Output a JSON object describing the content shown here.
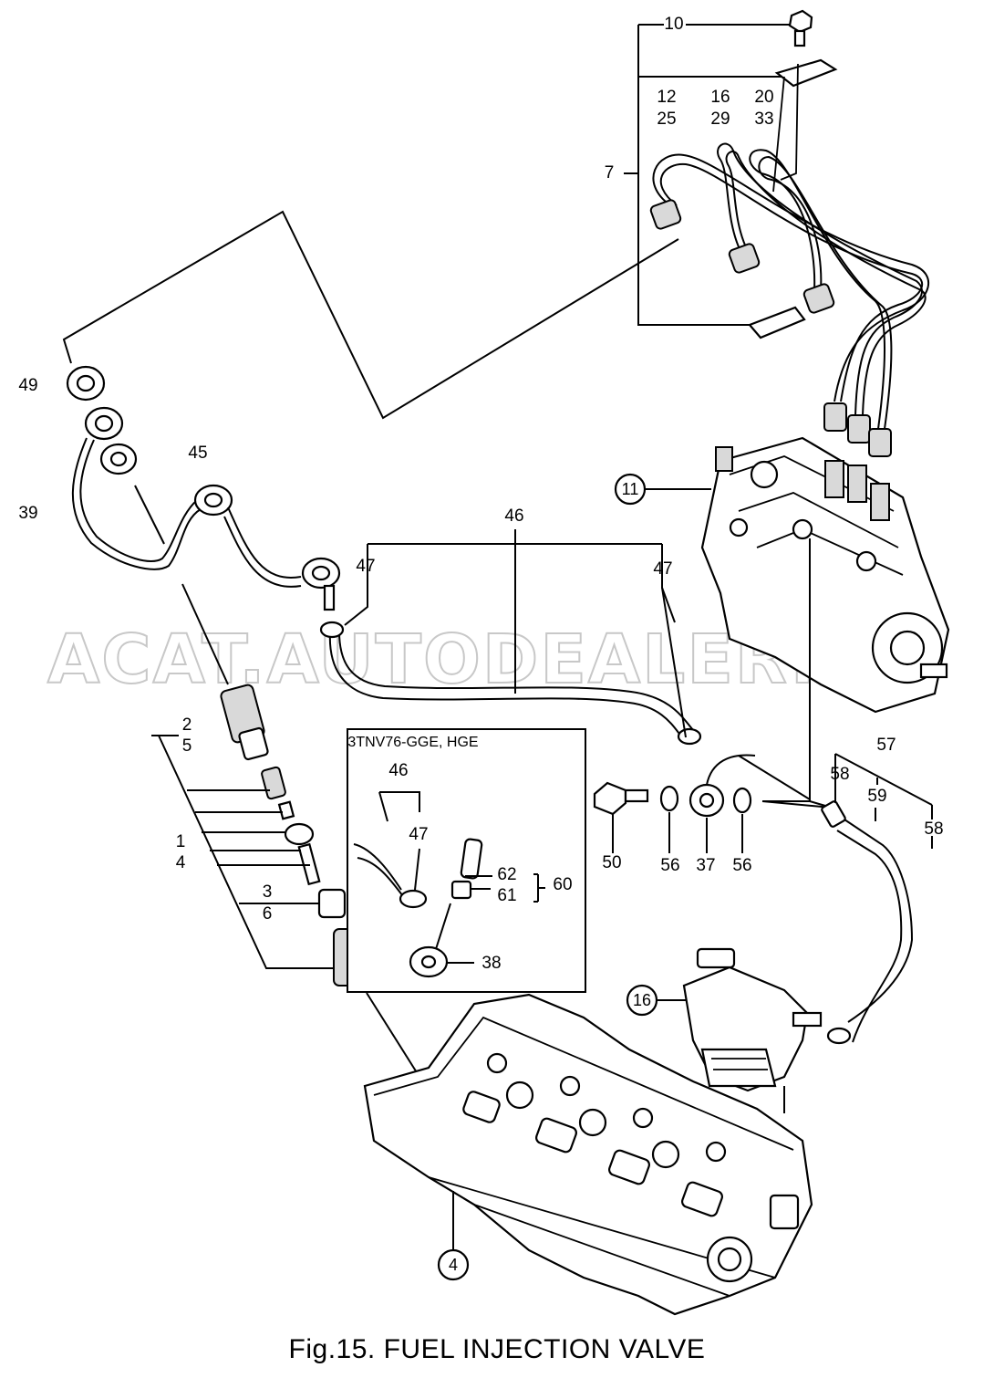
{
  "caption": "Fig.15.  FUEL INJECTION VALVE",
  "watermark": "ACAT.AUTODEALER.RU",
  "inset_title": "3TNV76-GGE, HGE",
  "labels": {
    "p10": "10",
    "p12": "12",
    "p25": "25",
    "p16": "16",
    "p29": "29",
    "p20": "20",
    "p33": "33",
    "p7": "7",
    "p49": "49",
    "p45": "45",
    "p39": "39",
    "p11": "11",
    "p46": "46",
    "p47a": "47",
    "p47b": "47",
    "p2": "2",
    "p5": "5",
    "p1": "1",
    "p4": "4",
    "p3": "3",
    "p6": "6",
    "p46i": "46",
    "p47i": "47",
    "p62": "62",
    "p61": "61",
    "p60": "60",
    "p38": "38",
    "p50": "50",
    "p56a": "56",
    "p37": "37",
    "p56b": "56",
    "p57": "57",
    "p58a": "58",
    "p59": "59",
    "p58b": "58",
    "p16c": "16",
    "p4c": "4"
  }
}
